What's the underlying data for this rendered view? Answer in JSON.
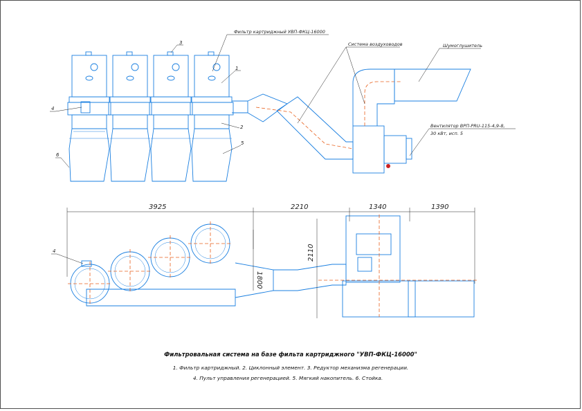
{
  "labels": {
    "filter": "Фильтр картриджный УВП-ФКЦ-16000",
    "ducts": "Система воздуховодов",
    "silencer": "Шумоглушитель",
    "fan_line1": "Вентилятор ВРП-PRU-115-4,9-8,",
    "fan_line2": "30 кВт, исп. 5"
  },
  "callouts": [
    "1",
    "2",
    "3",
    "4",
    "5",
    "6",
    "4"
  ],
  "dimensions": {
    "d1": "3925",
    "d2": "2210",
    "d3": "1340",
    "d4": "1390",
    "v1": "1800",
    "v2": "2110"
  },
  "caption": {
    "title": "Фильтровальная система на базе фильта картриджного \"УВП-ФКЦ-16000\"",
    "line1": "1. Фильтр картриджный. 2. Циклонный элемент. 3. Редуктор механизма регенерации.",
    "line2": "4. Пульт управления регенерацией. 5. Мягкий накопитель. 6. Стойка."
  },
  "colors": {
    "drawing": "#1a7fe0",
    "axis": "#e8601c",
    "text": "#222222",
    "fan_dot": "#cc2222"
  }
}
